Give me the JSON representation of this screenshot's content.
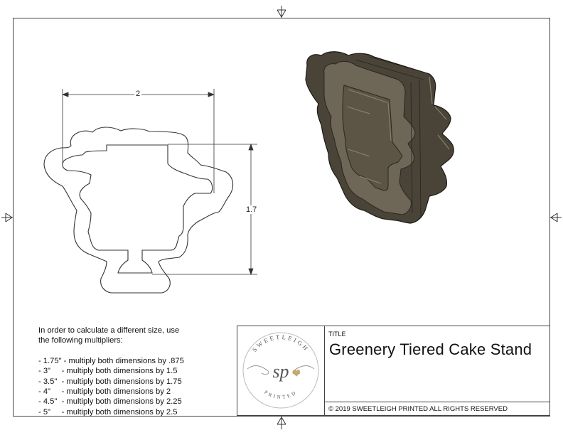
{
  "dimensions": {
    "width_label": "2",
    "height_label": "1.7"
  },
  "instructions": {
    "intro_line1": "In order to calculate a different size, use",
    "intro_line2": "the following multipliers:",
    "items": [
      "- 1.75\" - multiply both dimensions by .875",
      "- 3\"     - multiply both dimensions by 1.5",
      "- 3.5\"  - multiply both dimensions by 1.75",
      "- 4\"     - multiply both dimensions by 2",
      "- 4.5\"  - multiply both dimensions by 2.25",
      "- 5\"     - multiply both dimensions by 2.5"
    ]
  },
  "title_block": {
    "title_label": "TITLE",
    "title": "Greenery Tiered Cake Stand",
    "copyright": "© 2019  SWEETLEIGH PRINTED  ALL RIGHTS RESERVED"
  },
  "logo": {
    "top_text": "SWEETLEIGH",
    "bottom_text": "PRINTED",
    "monogram": "sp"
  },
  "colors": {
    "line": "#444444",
    "cutter_dark": "#4a4438",
    "cutter_mid": "#6e6656",
    "cutter_light": "#8b826e",
    "logo_gold": "#c9a86a"
  }
}
